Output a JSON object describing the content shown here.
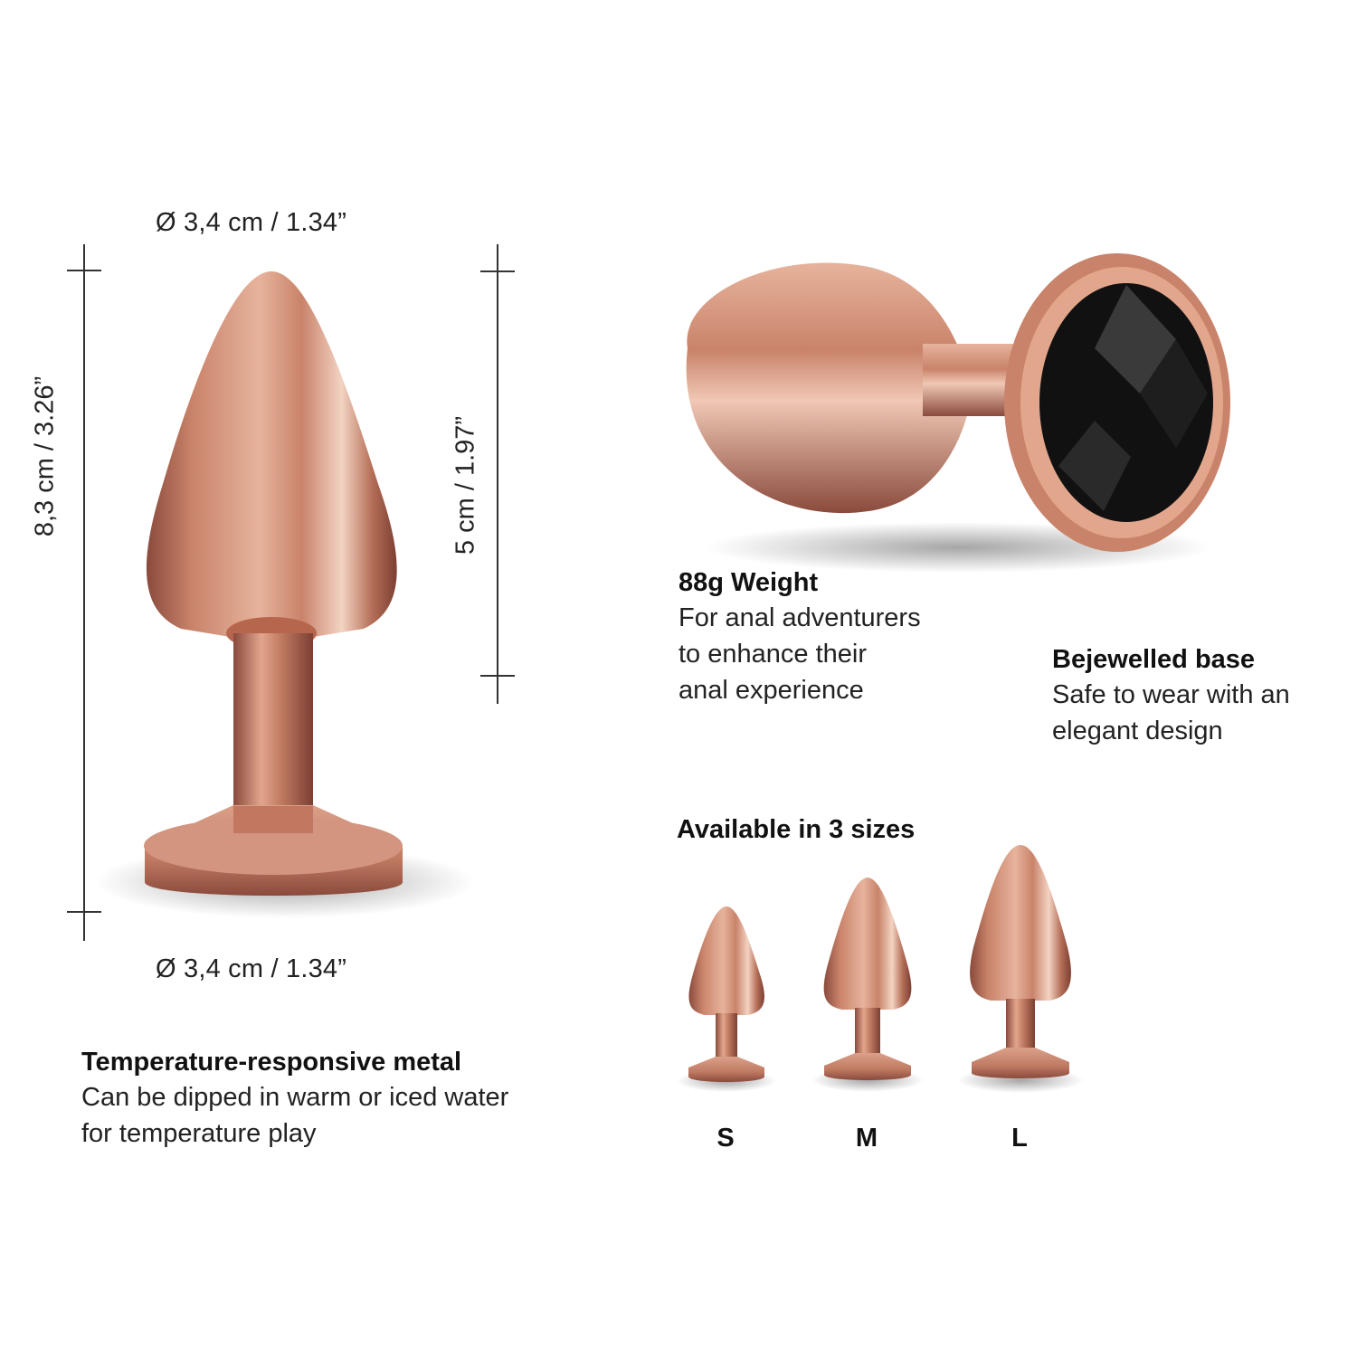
{
  "dimensions": {
    "top_diameter": "Ø 3,4 cm / 1.34”",
    "bottom_diameter": "Ø 3,4 cm / 1.34”",
    "total_length": "8,3 cm / 3.26”",
    "insertable_length": "5 cm / 1.97”"
  },
  "features": {
    "weight": {
      "title": "88g Weight",
      "lines": [
        "For anal adventurers",
        "to enhance their",
        "anal experience"
      ]
    },
    "base": {
      "title": "Bejewelled base",
      "lines": [
        "Safe to wear with an",
        "elegant design"
      ]
    },
    "temperature": {
      "title": "Temperature-responsive metal",
      "lines": [
        "Can be dipped in warm or iced water",
        "for temperature play"
      ]
    }
  },
  "sizes": {
    "title": "Available in 3 sizes",
    "items": [
      {
        "label": "S"
      },
      {
        "label": "M"
      },
      {
        "label": "L"
      }
    ]
  },
  "colors": {
    "rose_gold_light": "#e7b39c",
    "rose_gold_mid": "#c9836a",
    "rose_gold_dark": "#8a4a3c",
    "jewel": "#111111",
    "line": "#333333"
  }
}
